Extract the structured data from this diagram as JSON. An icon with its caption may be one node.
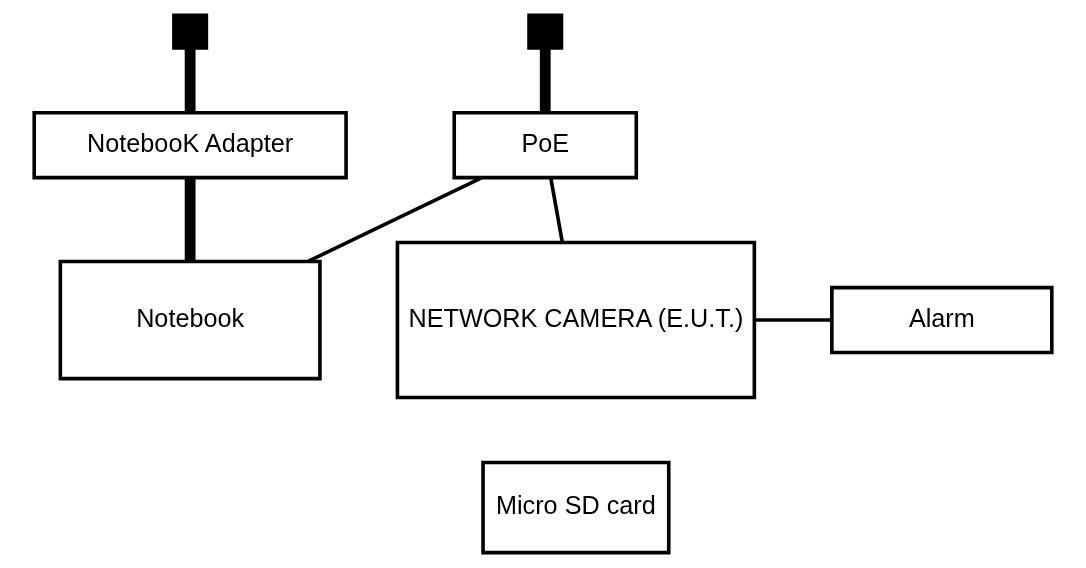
{
  "diagram": {
    "nodes": [
      {
        "text": [],
        "shape": "box"
      },
      {
        "text": [],
        "shape": "box"
      },
      {
        "text": [
          "NotebooK Adapter"
        ]
      },
      {
        "text": [
          "PoE"
        ]
      },
      {
        "text": [
          "Notebook"
        ]
      },
      {
        "text": [
          "NETWORK CAMERA (E.U.T.)"
        ]
      },
      {
        "text": [
          "Micro SD card"
        ]
      },
      {
        "text": [
          "Alarm"
        ]
      }
    ],
    "edges": [
      {
        "from": 0,
        "to": 2,
        "arrow": "none",
        "style": "thick"
      },
      {
        "from": 1,
        "to": 3,
        "arrow": "none",
        "style": "thick"
      },
      {
        "from": 2,
        "to": 4,
        "arrow": "none",
        "style": "thick"
      },
      {
        "from": 4,
        "to": 3,
        "arrow": "none"
      },
      {
        "from": 3,
        "to": 5,
        "arrow": "none"
      },
      {
        "from": 5,
        "to": 7,
        "arrow": "none"
      }
    ]
  }
}
